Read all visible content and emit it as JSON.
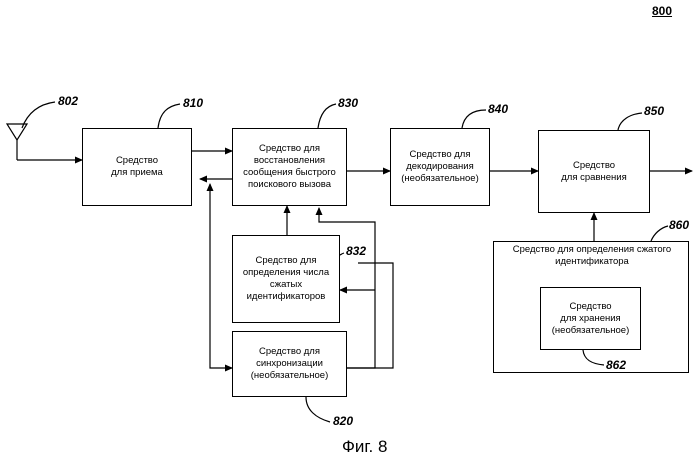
{
  "figure": {
    "number": "800",
    "caption": "Фиг. 8"
  },
  "antenna": {
    "ref": "802"
  },
  "blocks": {
    "b810": {
      "ref": "810",
      "label": "Средство\nдля приема"
    },
    "b830": {
      "ref": "830",
      "label": "Средство для\nвосстановления\nсообщения быстрого\nпоискового вызова"
    },
    "b840": {
      "ref": "840",
      "label": "Средство для\nдекодирования\n(необязательное)"
    },
    "b850": {
      "ref": "850",
      "label": "Средство\nдля сравнения"
    },
    "b832": {
      "ref": "832",
      "label": "Средство для\nопределения числа\nсжатых\nидентификаторов"
    },
    "b820": {
      "ref": "820",
      "label": "Средство для\nсинхронизации\n(необязательное)"
    },
    "b860": {
      "ref": "860",
      "label": "Средство для определения сжатого\nидентификатора"
    },
    "b862": {
      "ref": "862",
      "label": "Средство\nдля хранения\n(необязательное)"
    }
  }
}
